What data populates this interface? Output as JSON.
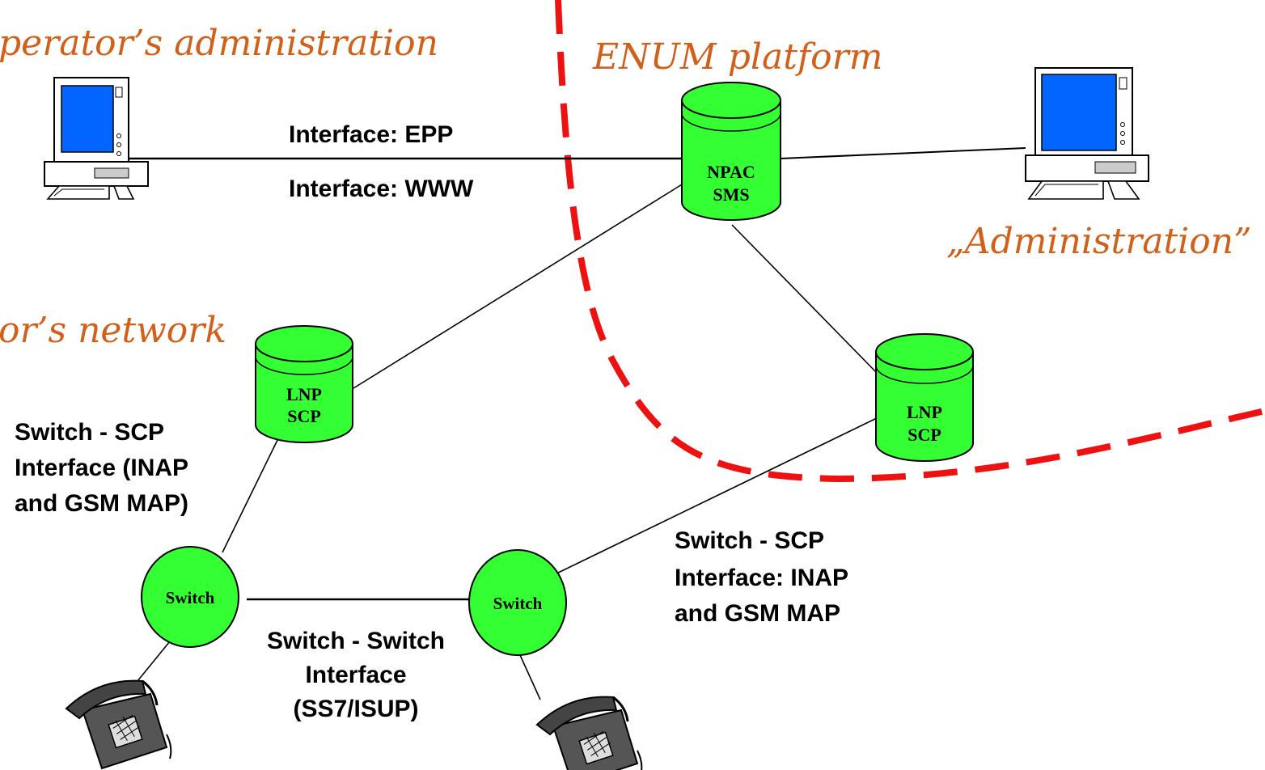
{
  "regions": {
    "operator_admin": "perator’s administration",
    "enum_platform": "ENUM platform",
    "administration": "„Administration”",
    "operator_network": "or’s network"
  },
  "nodes": {
    "npac": {
      "line1": "NPAC",
      "line2": "SMS"
    },
    "lnp_left": {
      "line1": "LNP",
      "line2": "SCP"
    },
    "lnp_right": {
      "line1": "LNP",
      "line2": "SCP"
    },
    "switch_left": "Switch",
    "switch_right": "Switch"
  },
  "interfaces": {
    "epp": "Interface: EPP",
    "www": "Interface: WWW",
    "switch_scp_left": [
      "Switch - SCP",
      "Interface (INAP",
      "and GSM MAP)"
    ],
    "switch_scp_right": [
      "Switch - SCP",
      "Interface: INAP",
      "and GSM MAP"
    ],
    "switch_switch": [
      "Switch - Switch",
      "Interface",
      "(SS7/ISUP)"
    ]
  },
  "colors": {
    "node_fill": "#33ff33",
    "title": "#d0601a",
    "boundary": "#ee1111"
  },
  "icons": [
    "computer-terminal-icon",
    "telephone-icon",
    "database-cylinder-icon"
  ]
}
